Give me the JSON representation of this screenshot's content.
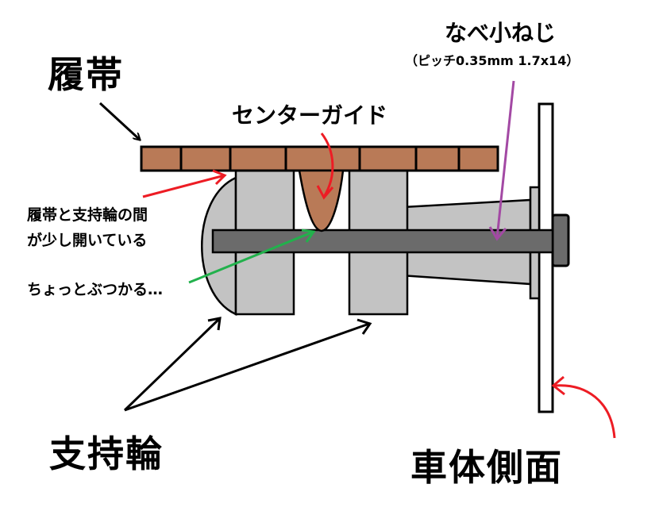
{
  "labels": {
    "track": "履帯",
    "center_guide": "センターガイド",
    "gap_note_line1": "履帯と支持輪の間",
    "gap_note_line2": "が少し開いている",
    "bump_note": "ちょっとぶつかる…",
    "screw_title": "なべ小ねじ",
    "screw_spec": "（ピッチ0.35mm 1.7x14）",
    "support_wheel": "支持輪",
    "body_side": "車体側面"
  },
  "colors": {
    "track_fill": "#b97a57",
    "wheel_gray": "#c3c3c3",
    "axle_dark": "#6b6b6b",
    "arrow_red": "#ed1c24",
    "arrow_green": "#22b14c",
    "arrow_purple": "#a349a4",
    "outline": "#000000"
  }
}
